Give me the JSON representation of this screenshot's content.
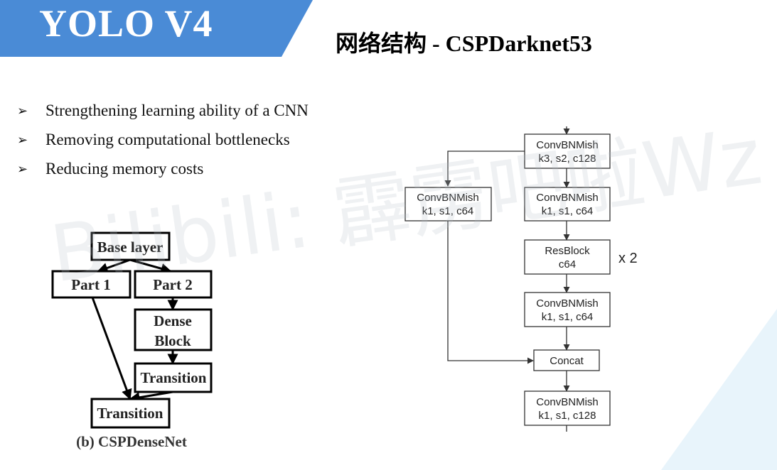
{
  "header": {
    "title": "YOLO V4",
    "subtitle": "网络结构 - CSPDarknet53"
  },
  "bullets": [
    "Strengthening learning ability of a CNN",
    "Removing computational bottlenecks",
    "Reducing memory costs"
  ],
  "bullet_marker": "➢",
  "watermark": "Bilibili: 霹雳吧啦Wz",
  "csp_densenet": {
    "nodes": {
      "base_layer": "Base layer",
      "part1": "Part 1",
      "part2": "Part 2",
      "dense_block_line1": "Dense",
      "dense_block_line2": "Block",
      "transition1": "Transition",
      "transition2": "Transition"
    },
    "caption": "(b) CSPDenseNet"
  },
  "csp_darknet": {
    "conv_top": [
      "ConvBNMish",
      "k3, s2, c128"
    ],
    "conv_left": [
      "ConvBNMish",
      "k1, s1, c64"
    ],
    "conv_right": [
      "ConvBNMish",
      "k1, s1, c64"
    ],
    "resblock": [
      "ResBlock",
      "c64"
    ],
    "repeat": "x 2",
    "conv_after_res": [
      "ConvBNMish",
      "k1, s1, c64"
    ],
    "concat": "Concat",
    "conv_bottom": [
      "ConvBNMish",
      "k1, s1, c128"
    ]
  },
  "colors": {
    "banner": "#4a8bd6",
    "decoration": "#e8f4fb"
  }
}
